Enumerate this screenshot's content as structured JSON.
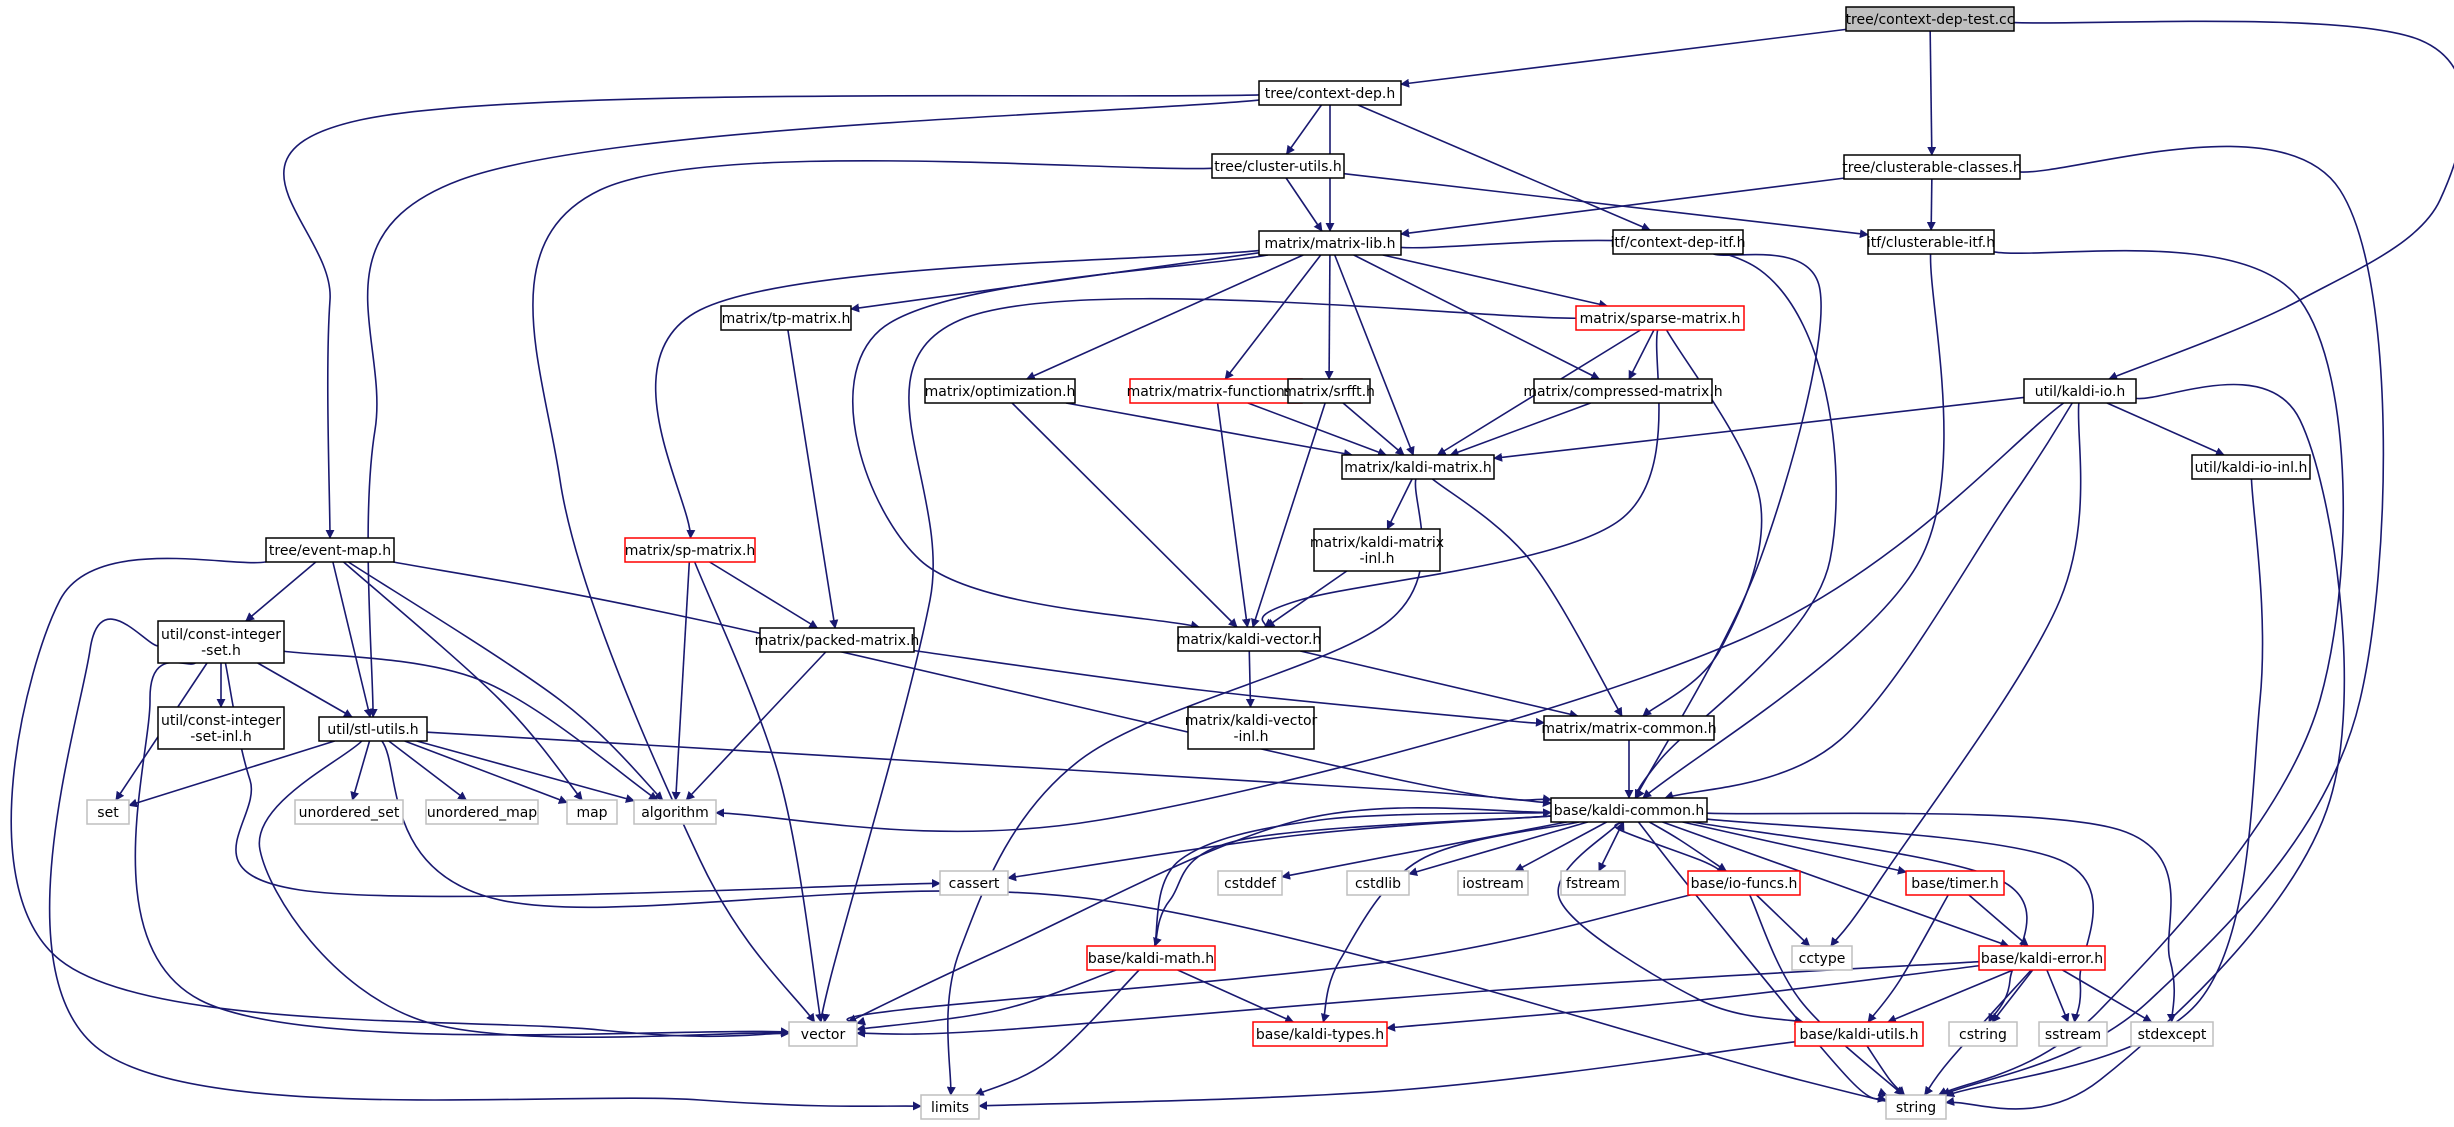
{
  "colors": {
    "edge": "#191970",
    "node_border_plain": "#000000",
    "node_border_incomplete": "#ff0000",
    "node_border_system": "#bfbfbf",
    "root_fill": "#bfbfbf",
    "node_fill": "#ffffff"
  },
  "nodes": [
    {
      "id": "root",
      "label": "tree/context-dep-test.cc",
      "kind": "root"
    },
    {
      "id": "ctxdep",
      "label": "tree/context-dep.h",
      "kind": "normal"
    },
    {
      "id": "clusterable",
      "label": "tree/clusterable-classes.h",
      "kind": "normal"
    },
    {
      "id": "clusterutils",
      "label": "tree/cluster-utils.h",
      "kind": "normal"
    },
    {
      "id": "matrixlib",
      "label": "matrix/matrix-lib.h",
      "kind": "normal"
    },
    {
      "id": "ctxdepitf",
      "label": "itf/context-dep-itf.h",
      "kind": "normal"
    },
    {
      "id": "clusteritf",
      "label": "itf/clusterable-itf.h",
      "kind": "normal"
    },
    {
      "id": "tpmatrix",
      "label": "matrix/tp-matrix.h",
      "kind": "normal"
    },
    {
      "id": "sparse",
      "label": "matrix/sparse-matrix.h",
      "kind": "red"
    },
    {
      "id": "optim",
      "label": "matrix/optimization.h",
      "kind": "normal"
    },
    {
      "id": "mfunc",
      "label": "matrix/matrix-functions.h",
      "kind": "red"
    },
    {
      "id": "srfft",
      "label": "matrix/srfft.h",
      "kind": "normal"
    },
    {
      "id": "compressed",
      "label": "matrix/compressed-matrix.h",
      "kind": "normal"
    },
    {
      "id": "kaldiio",
      "label": "util/kaldi-io.h",
      "kind": "normal"
    },
    {
      "id": "kaldimatrix",
      "label": "matrix/kaldi-matrix.h",
      "kind": "normal"
    },
    {
      "id": "kaldiioinl",
      "label": "util/kaldi-io-inl.h",
      "kind": "normal"
    },
    {
      "id": "eventmap",
      "label": "tree/event-map.h",
      "kind": "normal"
    },
    {
      "id": "spmatrix",
      "label": "matrix/sp-matrix.h",
      "kind": "red"
    },
    {
      "id": "kmatinl",
      "label": [
        "matrix/kaldi-matrix",
        "-inl.h"
      ],
      "kind": "normal"
    },
    {
      "id": "constint",
      "label": [
        "util/const-integer",
        "-set.h"
      ],
      "kind": "normal"
    },
    {
      "id": "packed",
      "label": "matrix/packed-matrix.h",
      "kind": "normal"
    },
    {
      "id": "kvector",
      "label": "matrix/kaldi-vector.h",
      "kind": "normal"
    },
    {
      "id": "constintinl",
      "label": [
        "util/const-integer",
        "-set-inl.h"
      ],
      "kind": "normal"
    },
    {
      "id": "stlutils",
      "label": "util/stl-utils.h",
      "kind": "normal"
    },
    {
      "id": "kvecinl",
      "label": [
        "matrix/kaldi-vector",
        "-inl.h"
      ],
      "kind": "normal"
    },
    {
      "id": "mcommon",
      "label": "matrix/matrix-common.h",
      "kind": "normal"
    },
    {
      "id": "set",
      "label": "set",
      "kind": "system"
    },
    {
      "id": "uset",
      "label": "unordered_set",
      "kind": "system"
    },
    {
      "id": "umap",
      "label": "unordered_map",
      "kind": "system"
    },
    {
      "id": "map",
      "label": "map",
      "kind": "system"
    },
    {
      "id": "algorithm",
      "label": "algorithm",
      "kind": "system"
    },
    {
      "id": "kcommon",
      "label": "base/kaldi-common.h",
      "kind": "normal"
    },
    {
      "id": "cassert",
      "label": "cassert",
      "kind": "system"
    },
    {
      "id": "cstddef",
      "label": "cstddef",
      "kind": "system"
    },
    {
      "id": "cstdlib",
      "label": "cstdlib",
      "kind": "system"
    },
    {
      "id": "iostream",
      "label": "iostream",
      "kind": "system"
    },
    {
      "id": "fstream",
      "label": "fstream",
      "kind": "system"
    },
    {
      "id": "iofuncs",
      "label": "base/io-funcs.h",
      "kind": "red"
    },
    {
      "id": "timer",
      "label": "base/timer.h",
      "kind": "red"
    },
    {
      "id": "cctype",
      "label": "cctype",
      "kind": "system"
    },
    {
      "id": "kmath",
      "label": "base/kaldi-math.h",
      "kind": "red"
    },
    {
      "id": "kerror",
      "label": "base/kaldi-error.h",
      "kind": "red"
    },
    {
      "id": "vector",
      "label": "vector",
      "kind": "system"
    },
    {
      "id": "ktypes",
      "label": "base/kaldi-types.h",
      "kind": "red"
    },
    {
      "id": "kutils",
      "label": "base/kaldi-utils.h",
      "kind": "red"
    },
    {
      "id": "cstring",
      "label": "cstring",
      "kind": "system"
    },
    {
      "id": "sstream",
      "label": "sstream",
      "kind": "system"
    },
    {
      "id": "stdexcept",
      "label": "stdexcept",
      "kind": "system"
    },
    {
      "id": "limits",
      "label": "limits",
      "kind": "system"
    },
    {
      "id": "string",
      "label": "string",
      "kind": "system"
    }
  ],
  "edges": [
    [
      "root",
      "ctxdep"
    ],
    [
      "root",
      "clusterable"
    ],
    [
      "root",
      "kaldiio"
    ],
    [
      "ctxdep",
      "clusterutils"
    ],
    [
      "ctxdep",
      "matrixlib"
    ],
    [
      "ctxdep",
      "ctxdepitf"
    ],
    [
      "ctxdep",
      "eventmap"
    ],
    [
      "ctxdep",
      "stlutils"
    ],
    [
      "clusterable",
      "matrixlib"
    ],
    [
      "clusterable",
      "clusteritf"
    ],
    [
      "clusterable",
      "string"
    ],
    [
      "clusterutils",
      "matrixlib"
    ],
    [
      "clusterutils",
      "clusteritf"
    ],
    [
      "clusterutils",
      "vector"
    ],
    [
      "matrixlib",
      "tpmatrix"
    ],
    [
      "matrixlib",
      "sparse"
    ],
    [
      "matrixlib",
      "optim"
    ],
    [
      "matrixlib",
      "mfunc"
    ],
    [
      "matrixlib",
      "srfft"
    ],
    [
      "matrixlib",
      "compressed"
    ],
    [
      "matrixlib",
      "kaldimatrix"
    ],
    [
      "matrixlib",
      "spmatrix"
    ],
    [
      "matrixlib",
      "kvector"
    ],
    [
      "matrixlib",
      "kcommon"
    ],
    [
      "ctxdepitf",
      "kcommon"
    ],
    [
      "clusteritf",
      "kcommon"
    ],
    [
      "clusteritf",
      "string"
    ],
    [
      "tpmatrix",
      "packed"
    ],
    [
      "sparse",
      "compressed"
    ],
    [
      "sparse",
      "kaldimatrix"
    ],
    [
      "sparse",
      "kvector"
    ],
    [
      "sparse",
      "mcommon"
    ],
    [
      "sparse",
      "vector"
    ],
    [
      "optim",
      "kaldimatrix"
    ],
    [
      "optim",
      "kvector"
    ],
    [
      "mfunc",
      "kaldimatrix"
    ],
    [
      "mfunc",
      "kvector"
    ],
    [
      "srfft",
      "kaldimatrix"
    ],
    [
      "srfft",
      "kvector"
    ],
    [
      "compressed",
      "kaldimatrix"
    ],
    [
      "kaldiio",
      "kaldimatrix"
    ],
    [
      "kaldiio",
      "kaldiioinl"
    ],
    [
      "kaldiio",
      "kcommon"
    ],
    [
      "kaldiio",
      "algorithm"
    ],
    [
      "kaldiio",
      "cctype"
    ],
    [
      "kaldiio",
      "string"
    ],
    [
      "kaldimatrix",
      "kmatinl"
    ],
    [
      "kaldimatrix",
      "mcommon"
    ],
    [
      "kaldimatrix",
      "limits"
    ],
    [
      "kaldiioinl",
      "string"
    ],
    [
      "eventmap",
      "constint"
    ],
    [
      "eventmap",
      "stlutils"
    ],
    [
      "eventmap",
      "kcommon"
    ],
    [
      "eventmap",
      "map"
    ],
    [
      "eventmap",
      "algorithm"
    ],
    [
      "eventmap",
      "vector"
    ],
    [
      "spmatrix",
      "packed"
    ],
    [
      "spmatrix",
      "algorithm"
    ],
    [
      "spmatrix",
      "vector"
    ],
    [
      "kmatinl",
      "kvector"
    ],
    [
      "constint",
      "constintinl"
    ],
    [
      "constint",
      "stlutils"
    ],
    [
      "constint",
      "set"
    ],
    [
      "constint",
      "algorithm"
    ],
    [
      "constint",
      "cassert"
    ],
    [
      "constint",
      "vector"
    ],
    [
      "constint",
      "limits"
    ],
    [
      "packed",
      "mcommon"
    ],
    [
      "packed",
      "algorithm"
    ],
    [
      "kvector",
      "kvecinl"
    ],
    [
      "kvector",
      "mcommon"
    ],
    [
      "stlutils",
      "set"
    ],
    [
      "stlutils",
      "uset"
    ],
    [
      "stlutils",
      "umap"
    ],
    [
      "stlutils",
      "map"
    ],
    [
      "stlutils",
      "algorithm"
    ],
    [
      "stlutils",
      "kcommon"
    ],
    [
      "stlutils",
      "vector"
    ],
    [
      "stlutils",
      "string"
    ],
    [
      "mcommon",
      "kcommon"
    ],
    [
      "kcommon",
      "cassert"
    ],
    [
      "kcommon",
      "cstddef"
    ],
    [
      "kcommon",
      "cstdlib"
    ],
    [
      "kcommon",
      "iostream"
    ],
    [
      "kcommon",
      "fstream"
    ],
    [
      "kcommon",
      "iofuncs"
    ],
    [
      "kcommon",
      "timer"
    ],
    [
      "kcommon",
      "kmath"
    ],
    [
      "kcommon",
      "kerror"
    ],
    [
      "kcommon",
      "vector"
    ],
    [
      "kcommon",
      "ktypes"
    ],
    [
      "kcommon",
      "kutils"
    ],
    [
      "kcommon",
      "cstring"
    ],
    [
      "kcommon",
      "sstream"
    ],
    [
      "kcommon",
      "stdexcept"
    ],
    [
      "kcommon",
      "string"
    ],
    [
      "iofuncs",
      "kcommon"
    ],
    [
      "iofuncs",
      "cctype"
    ],
    [
      "iofuncs",
      "vector"
    ],
    [
      "iofuncs",
      "string"
    ],
    [
      "timer",
      "kerror"
    ],
    [
      "timer",
      "kutils"
    ],
    [
      "kmath",
      "kcommon"
    ],
    [
      "kmath",
      "vector"
    ],
    [
      "kmath",
      "ktypes"
    ],
    [
      "kmath",
      "limits"
    ],
    [
      "kerror",
      "ktypes"
    ],
    [
      "kerror",
      "kutils"
    ],
    [
      "kerror",
      "vector"
    ],
    [
      "kerror",
      "cstring"
    ],
    [
      "kerror",
      "sstream"
    ],
    [
      "kerror",
      "stdexcept"
    ],
    [
      "kerror",
      "string"
    ],
    [
      "kutils",
      "limits"
    ],
    [
      "kutils",
      "string"
    ]
  ]
}
